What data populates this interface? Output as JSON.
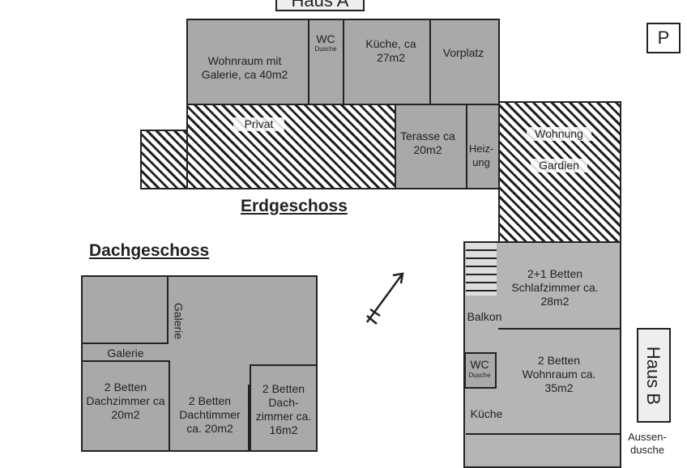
{
  "haus_a_label": "Haus A",
  "haus_b_label": "Haus B",
  "parking_label": "P",
  "erdgeschoss": {
    "title": "Erdgeschoss",
    "rooms": {
      "wohnraum": "Wohnraum mit Galerie, ca 40m2",
      "wc": "WC",
      "wc_sub": "Dusche",
      "kueche": "Küche, ca 27m2",
      "vorplatz": "Vorplatz",
      "privat": "Privat",
      "terasse": "Terasse ca 20m2",
      "heizung": "Heiz-ung",
      "wohnung": "Wohnung",
      "gardien": "Gardien"
    }
  },
  "dachgeschoss": {
    "title": "Dachgeschoss",
    "rooms": {
      "galerie_v": "Galerie",
      "galerie_h": "Galerie",
      "zimmer1": "2 Betten Dachzimmer ca 20m2",
      "zimmer2": "2 Betten Dachtimmer ca. 20m2",
      "zimmer3": "2 Betten Dach-zimmer ca. 16m2"
    }
  },
  "haus_b": {
    "schlafzimmer": "2+1 Betten Schlafzimmer ca. 28m2",
    "balkon": "Balkon",
    "wc": "WC",
    "wc_sub": "Dusche",
    "wohnraum": "2 Betten Wohnraum ca. 35m2",
    "kueche": "Küche",
    "aussendusche": "Aussen-dusche"
  },
  "compass_icon": "north-arrow-icon"
}
